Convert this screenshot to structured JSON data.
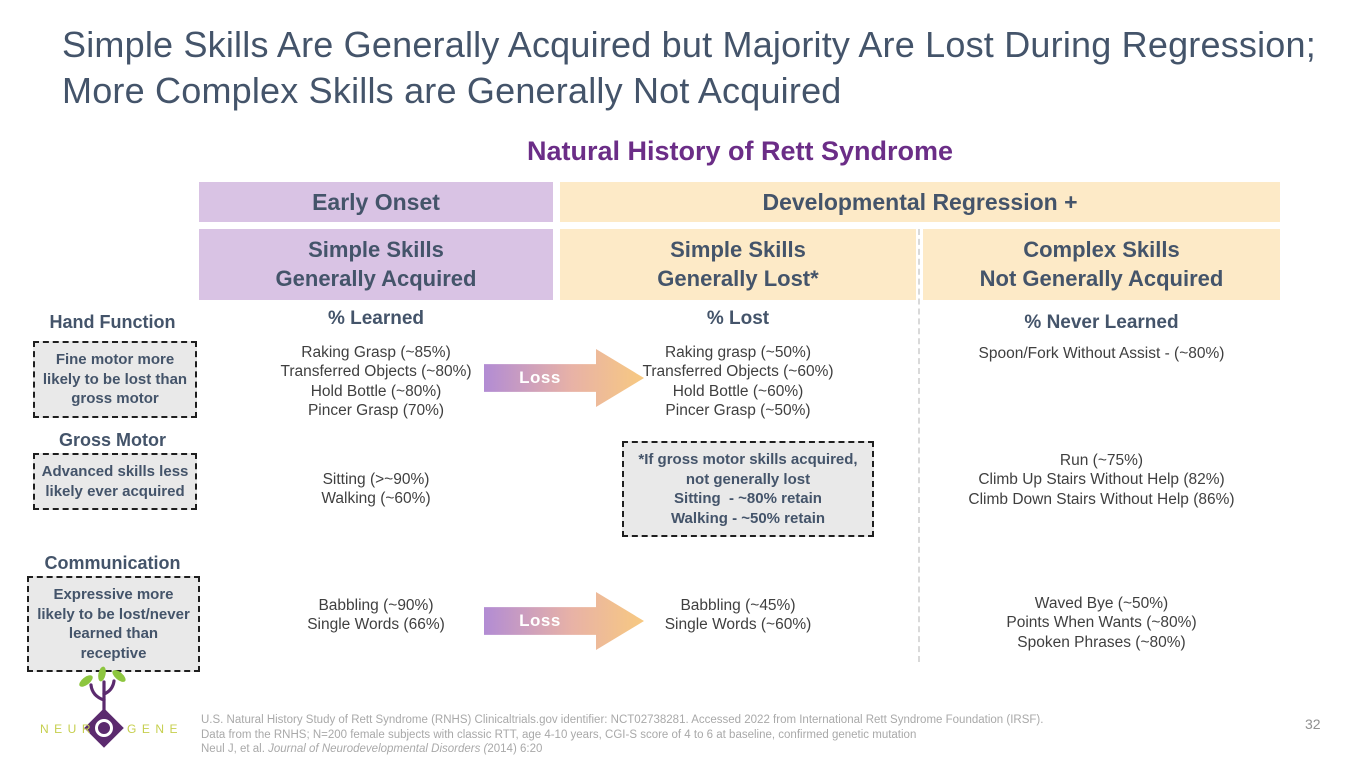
{
  "slide": {
    "title": "Simple Skills Are Generally Acquired but Majority Are Lost During Regression; More Complex Skills are Generally Not Acquired",
    "subtitle": "Natural History of Rett Syndrome",
    "page_number": "32"
  },
  "colors": {
    "slate_text": "#44546a",
    "purple_title": "#6b2d87",
    "lavender_band": "#d9c3e4",
    "cream_band": "#fdeac7",
    "note_fill": "#e9e9e9",
    "arrow_gradient_start": "#b28cd4",
    "arrow_gradient_end": "#f7c981",
    "footnote_gray": "#a9a9a9",
    "logo_purple": "#5b2a6e",
    "logo_leaf_green": "#8dc63f",
    "logo_text_green": "#c6cf4e"
  },
  "table": {
    "phases": [
      {
        "label": "Early Onset"
      },
      {
        "label": "Developmental Regression +"
      }
    ],
    "columns": [
      {
        "title_line1": "Simple Skills",
        "title_line2": "Generally Acquired",
        "metric": "% Learned"
      },
      {
        "title_line1": "Simple Skills",
        "title_line2": "Generally Lost*",
        "metric": "% Lost"
      },
      {
        "title_line1": "Complex Skills",
        "title_line2": "Not Generally Acquired",
        "metric": "% Never Learned"
      }
    ]
  },
  "rows": {
    "hand_function": {
      "category": "Hand Function",
      "note": "Fine motor more likely to be lost than gross motor",
      "arrow_label": "Loss",
      "learned": [
        "Raking Grasp (~85%)",
        "Transferred Objects (~80%)",
        "Hold Bottle (~80%)",
        "Pincer Grasp (70%)"
      ],
      "lost": [
        "Raking grasp (~50%)",
        "Transferred Objects (~60%)",
        "Hold Bottle (~60%)",
        "Pincer Grasp (~50%)"
      ],
      "never_learned": [
        "Spoon/Fork Without Assist - (~80%)"
      ]
    },
    "gross_motor": {
      "category": "Gross Motor",
      "note": "Advanced skills less likely ever acquired",
      "learned": [
        "Sitting (>~90%)",
        "Walking (~60%)"
      ],
      "lost_note_lines": [
        "*If gross motor skills acquired,",
        "not generally lost",
        "Sitting  - ~80% retain",
        "Walking - ~50% retain"
      ],
      "never_learned": [
        "Run (~75%)",
        "Climb Up Stairs Without Help (82%)",
        "Climb Down Stairs Without Help (86%)"
      ]
    },
    "communication": {
      "category": "Communication",
      "note": "Expressive more likely to be lost/never learned than receptive",
      "arrow_label": "Loss",
      "learned": [
        "Babbling (~90%)",
        "Single Words (66%)"
      ],
      "lost": [
        "Babbling (~45%)",
        "Single Words (~60%)"
      ],
      "never_learned": [
        "Waved Bye (~50%)",
        "Points When Wants (~80%)",
        "Spoken Phrases (~80%)"
      ]
    }
  },
  "footnotes": {
    "line1": "U.S. Natural History Study of Rett Syndrome (RNHS) Clinicaltrials.gov identifier: NCT02738281. Accessed 2022 from International Rett Syndrome Foundation (IRSF).",
    "line2": "Data from the RNHS; N=200 female subjects with classic RTT, age 4-10 years, CGI-S score of 4 to 6 at baseline, confirmed genetic mutation",
    "line3_prefix": "Neul J, et al. ",
    "line3_italic": "Journal of Neurodevelopmental Disorders (",
    "line3_suffix": "2014) 6:20"
  },
  "logo": {
    "left_text": "NEUR",
    "right_text": "GENE"
  }
}
